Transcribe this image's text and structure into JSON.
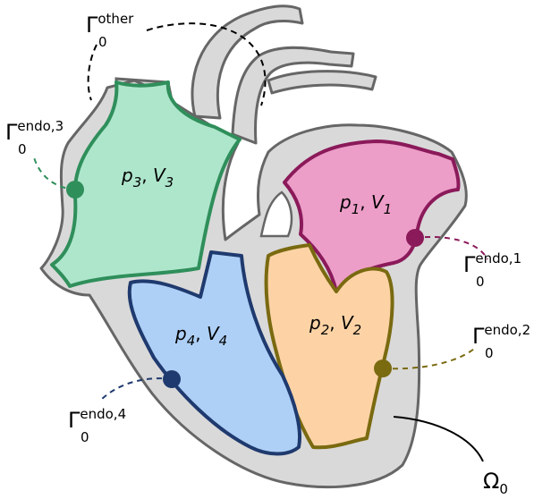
{
  "chambers": [
    {
      "p_var": "p",
      "p_sub": "1",
      "v_var": "V",
      "v_sub": "1",
      "color": "#ec9ec8",
      "border": "#8b1a5a"
    },
    {
      "p_var": "p",
      "p_sub": "2",
      "v_var": "V",
      "v_sub": "2",
      "color": "#fdd3a6",
      "border": "#7a6a10"
    },
    {
      "p_var": "p",
      "p_sub": "3",
      "v_var": "V",
      "v_sub": "3",
      "color": "#aee6cc",
      "border": "#2f8f5b"
    },
    {
      "p_var": "p",
      "p_sub": "4",
      "v_var": "V",
      "v_sub": "4",
      "color": "#aed0f7",
      "border": "#1f3a6e"
    }
  ],
  "boundaries": {
    "endo1": {
      "symbol": "Γ",
      "sub": "0",
      "sup": "endo,1",
      "color": "#8b1a5a"
    },
    "endo2": {
      "symbol": "Γ",
      "sub": "0",
      "sup": "endo,2",
      "color": "#7a6a10"
    },
    "endo3": {
      "symbol": "Γ",
      "sub": "0",
      "sup": "endo,3",
      "color": "#2f8f5b"
    },
    "endo4": {
      "symbol": "Γ",
      "sub": "0",
      "sup": "endo,4",
      "color": "#1f3a6e"
    },
    "other": {
      "symbol": "Γ",
      "sub": "0",
      "sup": "other",
      "color": "#000000"
    }
  },
  "domain": {
    "symbol": "Ω",
    "sub": "0",
    "color": "#000000"
  },
  "tissue_color": "#d9d9d9",
  "tissue_border": "#666666"
}
